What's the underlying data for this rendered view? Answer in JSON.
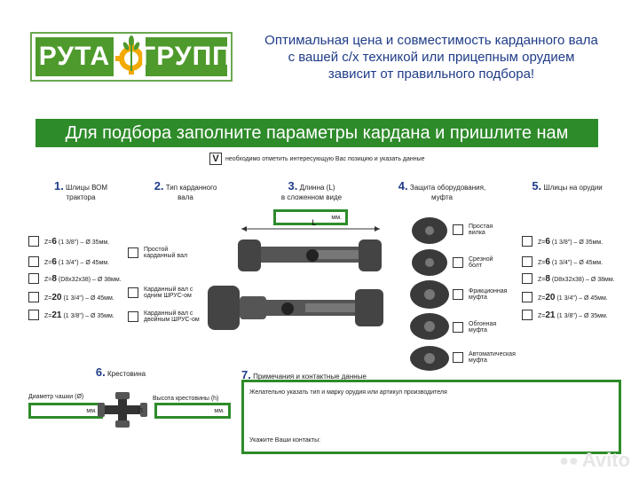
{
  "logo": {
    "left": "РУТА",
    "right": "ГРУПП"
  },
  "tagline": {
    "line1": "Оптимальная цена и совместимость карданного вала",
    "line2": "с вашей с/х техникой или прицепным орудием",
    "line3": "зависит от правильного подбора!"
  },
  "banner": "Для подбора заполните параметры кардана и пришлите нам",
  "note": {
    "mark": "V",
    "text": "необходимо отметить интересующую Вас позицию и указать данные"
  },
  "sections": {
    "s1": {
      "num": "1.",
      "title": "Шлицы ВОМ",
      "title2": "трактора"
    },
    "s2": {
      "num": "2.",
      "title": "Тип карданного",
      "title2": "вала"
    },
    "s3": {
      "num": "3.",
      "title": "Длинна (L)",
      "title2": "в сложенном виде"
    },
    "s4": {
      "num": "4.",
      "title": "Защита оборудования,",
      "title2": "муфта"
    },
    "s5": {
      "num": "5.",
      "title": "Шлицы на орудии"
    },
    "s6": {
      "num": "6.",
      "title": "Крестовина"
    },
    "s7": {
      "num": "7.",
      "title": "Примечания и контактные данные"
    }
  },
  "splines": [
    {
      "z": "Z=",
      "n": "6",
      "spec": "(1 3/8\") – Ø 35мм."
    },
    {
      "z": "Z=",
      "n": "6",
      "spec": "(1 3/4\") – Ø 45мм."
    },
    {
      "z": "Z=",
      "n": "8",
      "spec": "(D8x32x38) – Ø 38мм."
    },
    {
      "z": "Z=",
      "n": "20",
      "spec": "(1 3/4\") – Ø 45мм."
    },
    {
      "z": "Z=",
      "n": "21",
      "spec": "(1 3/8\") – Ø 35мм."
    }
  ],
  "shaft_types": [
    {
      "l1": "Простой",
      "l2": "карданный вал"
    },
    {
      "l1": "Карданный вал с",
      "l2": "одним ШРУС-ом"
    },
    {
      "l1": "Карданный вал с",
      "l2": "двойным ШРУС-ом"
    }
  ],
  "length": {
    "unit": "мм.",
    "label": "L"
  },
  "clutches": [
    {
      "l1": "Простая",
      "l2": "вилка"
    },
    {
      "l1": "Срезной",
      "l2": "болт"
    },
    {
      "l1": "Фрикционная",
      "l2": "муфта"
    },
    {
      "l1": "Обгонная",
      "l2": "муфта"
    },
    {
      "l1": "Автоматическая",
      "l2": "муфта"
    }
  ],
  "cross": {
    "cup_label": "Диаметр чашки (Ø)",
    "height_label": "Высота крестовины (h)",
    "unit": "мм.",
    "h": "h"
  },
  "notes": {
    "line1": "Желательно указать тип и марку орудия или артикул производителя",
    "line2": "Укажите Ваши контакты:"
  },
  "watermark": "Avito",
  "colors": {
    "green": "#2e8b2a",
    "blue": "#1f3c88"
  }
}
